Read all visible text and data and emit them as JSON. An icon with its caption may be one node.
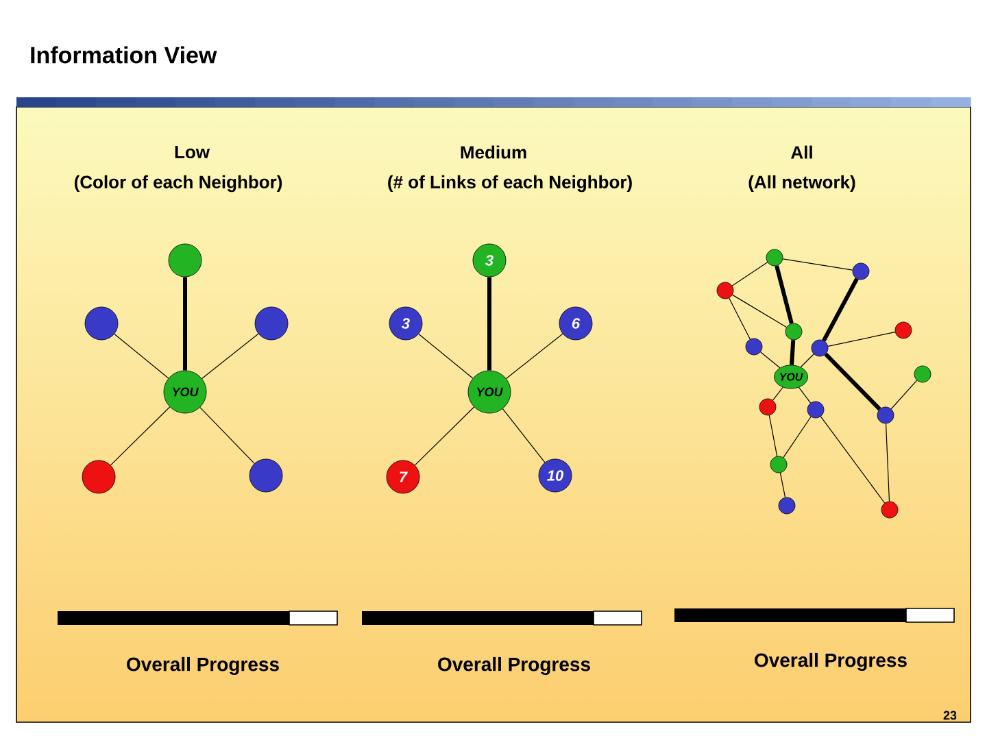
{
  "diagram": {
    "title": "Information View",
    "nodes": [
      {
        "text": [],
        "shape": "circle"
      },
      {
        "text": [],
        "shape": "circle"
      },
      {
        "text": [],
        "shape": "circle"
      },
      {
        "text": [
          "YOU"
        ]
      },
      {
        "text": [],
        "shape": "circle"
      },
      {
        "text": [],
        "shape": "circle"
      },
      {
        "text": [
          "3"
        ]
      },
      {
        "text": [
          "3"
        ]
      },
      {
        "text": [
          "6"
        ]
      },
      {
        "text": [
          "YOU"
        ]
      },
      {
        "text": [
          "7"
        ]
      },
      {
        "text": [
          "10"
        ]
      },
      {
        "text": [],
        "shape": "circle"
      },
      {
        "text": [],
        "shape": "circle"
      },
      {
        "text": [],
        "shape": "circle"
      },
      {
        "text": [],
        "shape": "circle"
      },
      {
        "text": [],
        "shape": "circle"
      },
      {
        "text": [],
        "shape": "circle"
      },
      {
        "text": [],
        "shape": "circle"
      },
      {
        "text": [
          "YOU"
        ]
      },
      {
        "text": [],
        "shape": "circle"
      },
      {
        "text": [],
        "shape": "circle"
      },
      {
        "text": [],
        "shape": "circle"
      },
      {
        "text": [],
        "shape": "circle"
      },
      {
        "text": [],
        "shape": "circle"
      },
      {
        "text": [],
        "shape": "circle"
      },
      {
        "text": [],
        "shape": "circle"
      }
    ],
    "edges": [
      {
        "from": 0,
        "to": 3,
        "arrow": "none",
        "style": "thick"
      },
      {
        "from": 1,
        "to": 3,
        "arrow": "none"
      },
      {
        "from": 2,
        "to": 3,
        "arrow": "none"
      },
      {
        "from": 3,
        "to": 4,
        "arrow": "none"
      },
      {
        "from": 3,
        "to": 5,
        "arrow": "none"
      },
      {
        "from": 6,
        "to": 9,
        "arrow": "none",
        "style": "thick"
      },
      {
        "from": 7,
        "to": 9,
        "arrow": "none"
      },
      {
        "from": 8,
        "to": 9,
        "arrow": "none"
      },
      {
        "from": 9,
        "to": 10,
        "arrow": "none"
      },
      {
        "from": 9,
        "to": 11,
        "arrow": "none"
      },
      {
        "from": 12,
        "to": 14,
        "arrow": "none"
      },
      {
        "from": 12,
        "to": 13,
        "arrow": "none"
      },
      {
        "from": 12,
        "to": 15,
        "arrow": "none",
        "style": "thick"
      },
      {
        "from": 14,
        "to": 15,
        "arrow": "none"
      },
      {
        "from": 14,
        "to": 16,
        "arrow": "none"
      },
      {
        "from": 15,
        "to": 19,
        "arrow": "none",
        "style": "thick"
      },
      {
        "from": 16,
        "to": 19,
        "arrow": "none"
      },
      {
        "from": 17,
        "to": 19,
        "arrow": "none"
      },
      {
        "from": 13,
        "to": 17,
        "arrow": "none",
        "style": "thick"
      },
      {
        "from": 17,
        "to": 18,
        "arrow": "none"
      },
      {
        "from": 17,
        "to": 23,
        "arrow": "none",
        "style": "thick"
      },
      {
        "from": 23,
        "to": 20,
        "arrow": "none"
      },
      {
        "from": 23,
        "to": 26,
        "arrow": "none"
      },
      {
        "from": 19,
        "to": 21,
        "arrow": "none"
      },
      {
        "from": 19,
        "to": 22,
        "arrow": "none"
      },
      {
        "from": 21,
        "to": 24,
        "arrow": "none"
      },
      {
        "from": 22,
        "to": 24,
        "arrow": "none"
      },
      {
        "from": 24,
        "to": 25,
        "arrow": "none"
      },
      {
        "from": 22,
        "to": 26,
        "arrow": "none"
      }
    ],
    "labels": [
      "Low",
      "Medium",
      "All",
      "(Color of each Neighbor)",
      "(# of Links of each Neighbor)",
      "(All network)",
      "Overall Progress",
      "Overall Progress",
      "Overall Progress",
      "23"
    ]
  }
}
